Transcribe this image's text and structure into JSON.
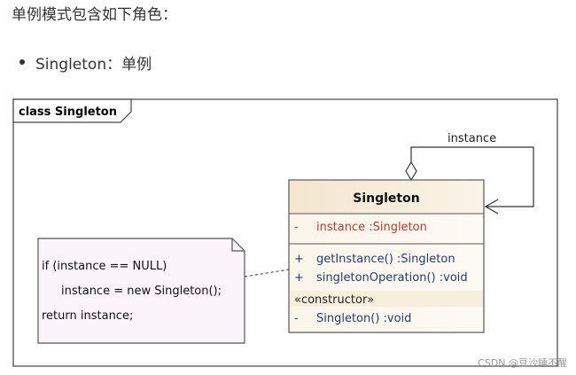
{
  "intro_text": "单例模式包含如下角色：",
  "bullet": {
    "text": "Singleton：单例"
  },
  "frame": {
    "title": "class Singleton"
  },
  "association": {
    "label": "instance"
  },
  "class_box": {
    "name": "Singleton",
    "attribute": {
      "visibility": "-",
      "text": "instance  :Singleton"
    },
    "operations": [
      {
        "visibility": "+",
        "text": "getInstance()  :Singleton"
      },
      {
        "visibility": "+",
        "text": "singletonOperation()  :void"
      }
    ],
    "stereotype": "«constructor»",
    "constructor": {
      "visibility": "-",
      "text": "Singleton()  :void"
    }
  },
  "note": {
    "lines": [
      "if (instance == NULL)",
      "instance = new Singleton();",
      "return instance;"
    ]
  },
  "watermark": "CSDN @豆沙睡不醒",
  "colors": {
    "attribute_text": "#c0392b",
    "operation_text": "#1f3d7a",
    "class_header_bg": "#f4e6cf",
    "class_body_bg": "#fbf6ec",
    "note_bg": "#fbf4fb",
    "frame_border": "#444444"
  }
}
